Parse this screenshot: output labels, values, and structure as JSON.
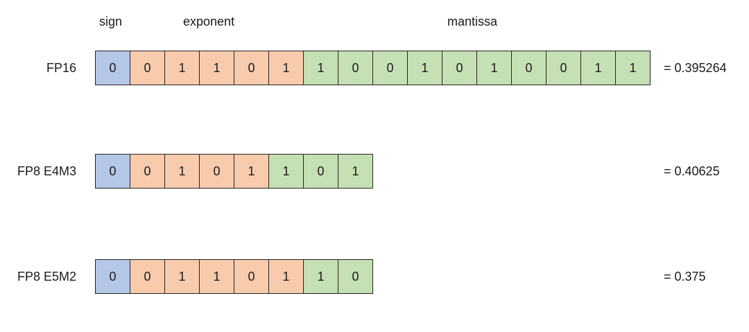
{
  "headers": {
    "sign": "sign",
    "exponent": "exponent",
    "mantissa": "mantissa"
  },
  "colors": {
    "sign": "#b4c7e7",
    "exponent": "#f8cbad",
    "mantissa": "#c5e0b4"
  },
  "rows": [
    {
      "label": "FP16",
      "sign_bits": 1,
      "exponent_bits": 5,
      "mantissa_bits": 10,
      "bits": [
        "0",
        "0",
        "1",
        "1",
        "0",
        "1",
        "1",
        "0",
        "0",
        "1",
        "0",
        "1",
        "0",
        "0",
        "1",
        "1"
      ],
      "value": "= 0.395264"
    },
    {
      "label": "FP8 E4M3",
      "sign_bits": 1,
      "exponent_bits": 4,
      "mantissa_bits": 3,
      "bits": [
        "0",
        "0",
        "1",
        "0",
        "1",
        "1",
        "0",
        "1"
      ],
      "value": "= 0.40625"
    },
    {
      "label": "FP8 E5M2",
      "sign_bits": 1,
      "exponent_bits": 5,
      "mantissa_bits": 2,
      "bits": [
        "0",
        "0",
        "1",
        "1",
        "0",
        "1",
        "1",
        "0"
      ],
      "value": "= 0.375"
    }
  ]
}
